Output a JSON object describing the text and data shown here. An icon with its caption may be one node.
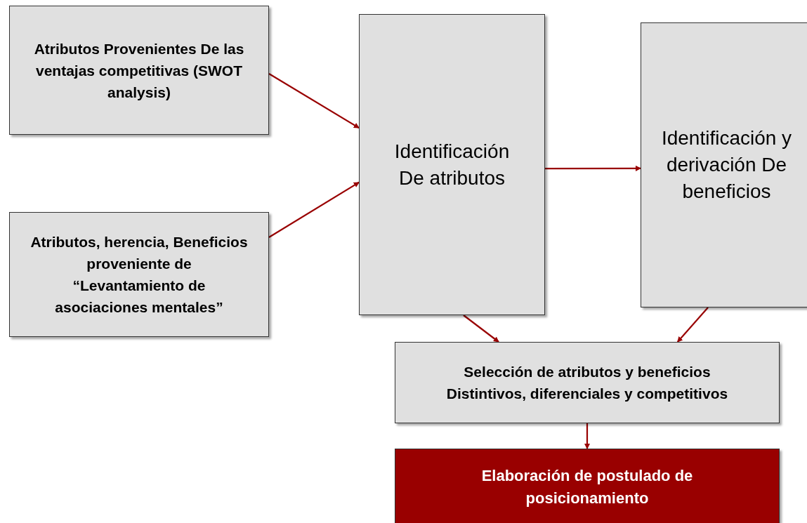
{
  "diagram": {
    "nodes": [
      {
        "text": [
          "Atributos Provenientes De las ventajas competitivas (SWOT analysis)"
        ]
      },
      {
        "text": [
          "Atributos, herencia, Beneficios proveniente de “Levantamiento de asociaciones mentales”"
        ]
      },
      {
        "text": [
          "Identificación De atributos"
        ]
      },
      {
        "text": [
          "Identificación y derivación De beneficios"
        ]
      },
      {
        "text": [
          "Selección de atributos y beneficios Distintivos, diferenciales y competitivos"
        ]
      },
      {
        "text": [
          "Elaboración de postulado de posicionamiento"
        ]
      }
    ],
    "edges": [
      {
        "from": 0,
        "to": 2,
        "arrow": "to",
        "color": "#990000"
      },
      {
        "from": 1,
        "to": 2,
        "arrow": "to",
        "color": "#990000"
      },
      {
        "from": 2,
        "to": 3,
        "arrow": "to",
        "color": "#990000"
      },
      {
        "from": 2,
        "to": 4,
        "arrow": "to",
        "color": "#990000"
      },
      {
        "from": 3,
        "to": 4,
        "arrow": "to",
        "color": "#990000"
      },
      {
        "from": 4,
        "to": 5,
        "arrow": "to",
        "color": "#990000"
      }
    ]
  }
}
